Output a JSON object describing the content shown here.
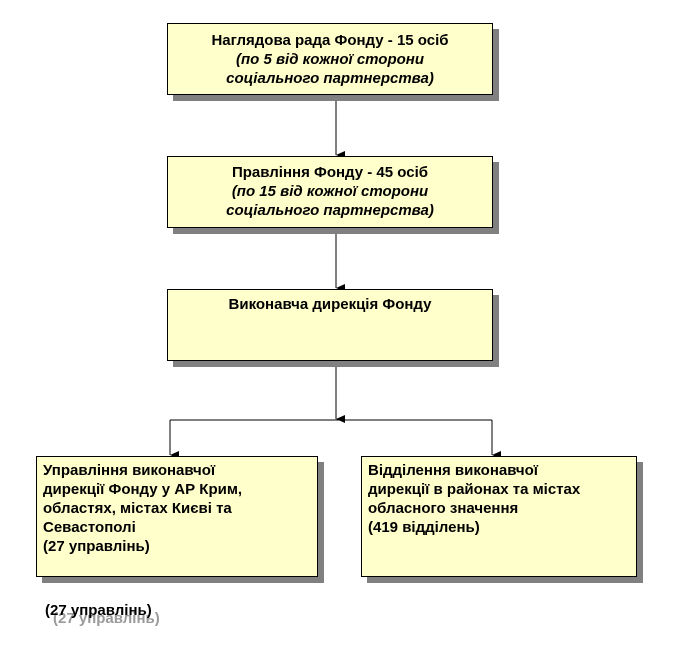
{
  "diagram": {
    "supervisory_board": {
      "title": "Наглядова рада Фонду - 15 осіб",
      "sub_line1": "(по 5 від кожної сторони",
      "sub_line2": "соціального партнерства)"
    },
    "board": {
      "title": "Правління Фонду - 45 осіб",
      "sub_line1": "(по 15 від кожної сторони",
      "sub_line2": "соціального партнерства)"
    },
    "executive_directorate": {
      "title": "Виконавча дирекція Фонду"
    },
    "regional_departments": {
      "line1": "Управління виконавчої",
      "line2": "дирекції Фонду у АР Крим,",
      "line3": "областях, містах Києві та",
      "line4": "Севастополі",
      "line5": "(27 управлінь)"
    },
    "district_branches": {
      "line1": "Відділення виконавчої",
      "line2": "дирекції в районах та містах",
      "line3": "обласного значення",
      "line4": "(419 відділень)"
    },
    "footnote": {
      "text": "(27 управлінь)",
      "ghost_text": "(27 управлінь)"
    }
  },
  "colors": {
    "box_fill": "#ffffcc",
    "box_border": "#000000",
    "box_shadow": "#808080",
    "ghost_text": "#9a9a9a"
  }
}
